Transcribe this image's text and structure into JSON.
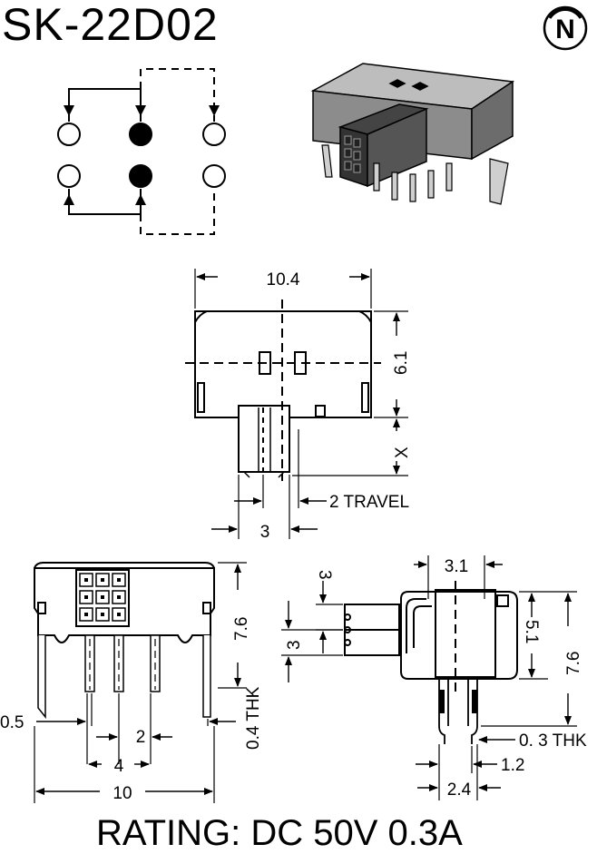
{
  "header": {
    "model": "SK-22D02"
  },
  "logo": {
    "letter": "N",
    "icon": "brand-n-logo"
  },
  "footer": {
    "rating": "RATING: DC 50V 0.3A"
  },
  "top_view_dims": {
    "width": "10.4",
    "height": "6.1",
    "actuator_len": "X",
    "travel": "2 TRAVEL",
    "actuator_width": "3"
  },
  "front_view_dims": {
    "height": "7.6",
    "terminal_thk": "0.4 THK",
    "pin_width": "0.5",
    "pitch": "2",
    "span": "4",
    "overall": "10"
  },
  "side_view_dims": {
    "top_width": "3.1",
    "slot_a": "3",
    "slot_b": "3",
    "body_height": "5.1",
    "total_height": "7.6",
    "terminal_thk": "0. 3 THK",
    "offset": "1.2",
    "spacing": "2.4"
  }
}
